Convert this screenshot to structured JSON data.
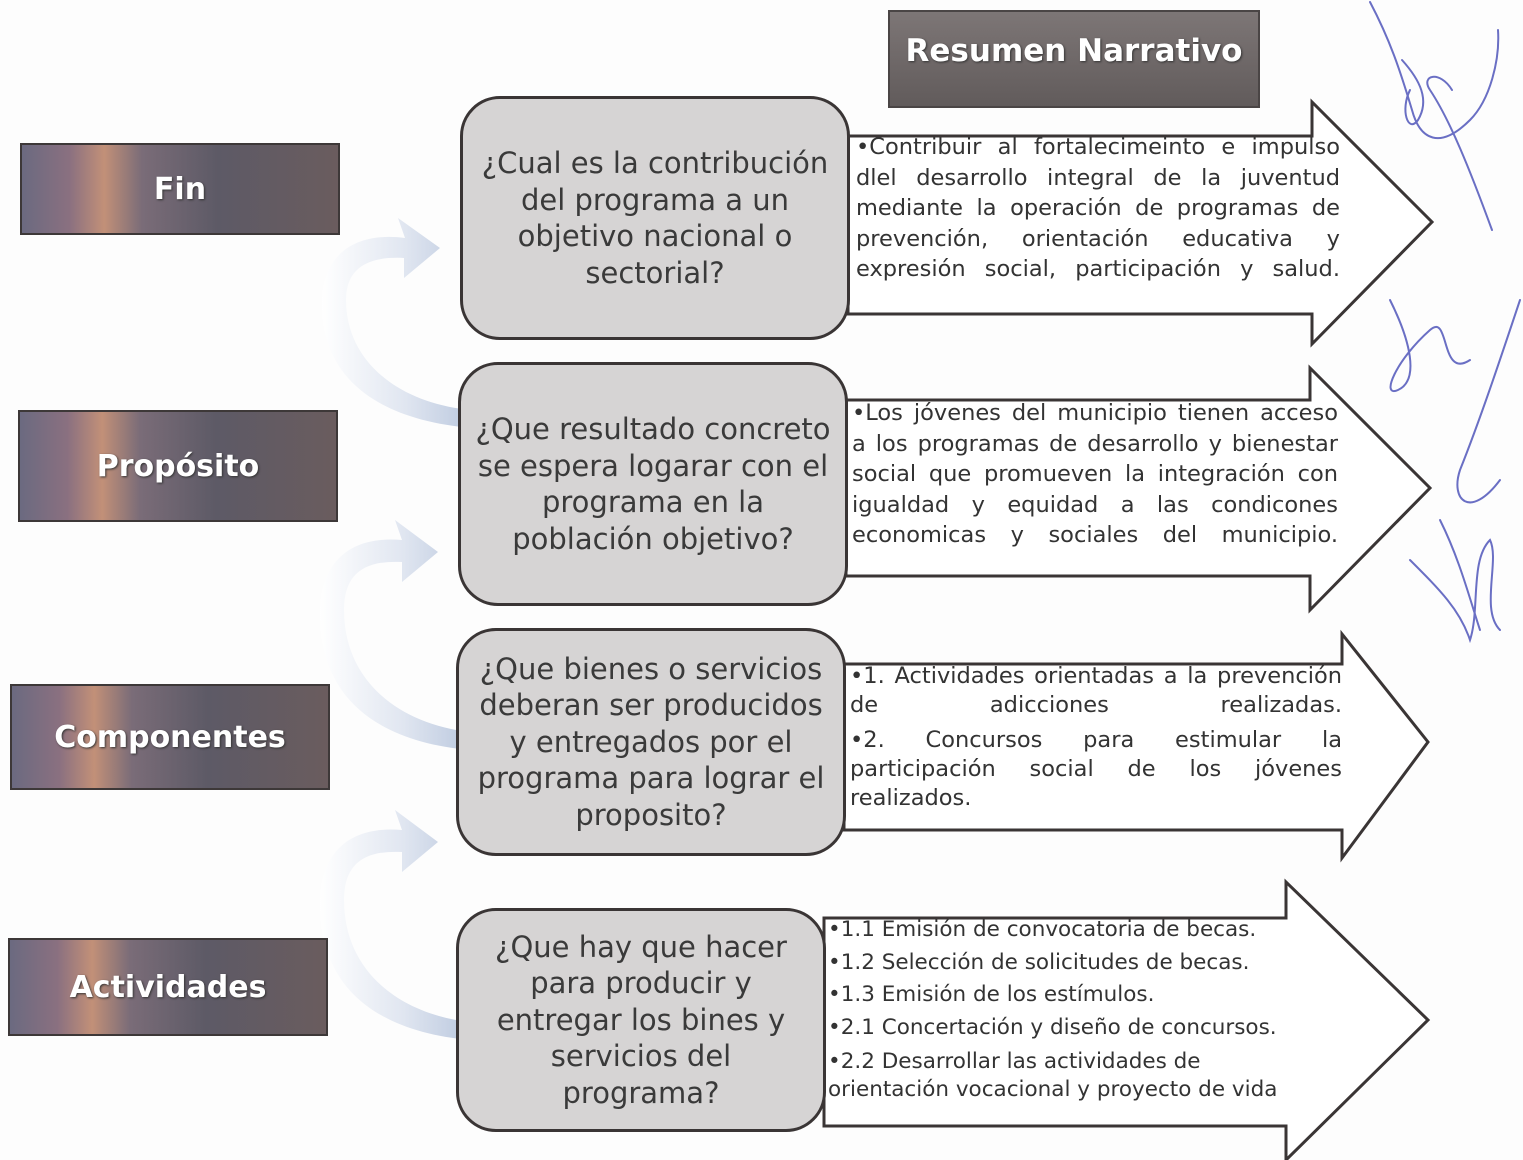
{
  "header": {
    "title": "Resumen Narrativo"
  },
  "levels": [
    {
      "label": "Fin",
      "question": "¿Cual es la contribución del programa a un objetivo nacional o sectorial?",
      "answer": [
        "Contribuir al fortalecimeinto e impulso dlel desarrollo integral de la juventud mediante la operación de programas de prevención, orientación educativa y expresión social, participación y salud."
      ]
    },
    {
      "label": "Propósito",
      "question": "¿Que resultado concreto se espera logarar con el programa en la población objetivo?",
      "answer": [
        "Los jóvenes del municipio tienen acceso a los programas de desarrollo y bienestar social que promueven la integración con igualdad y equidad a las condicones economicas y sociales del municipio."
      ]
    },
    {
      "label": "Componentes",
      "question": "¿Que bienes o servicios deberan ser producidos y entregados por el programa para lograr el proposito?",
      "answer": [
        "1. Actividades orientadas a la prevención de adicciones realizadas.",
        "2. Concursos para estimular la participación social de los jóvenes realizados."
      ]
    },
    {
      "label": "Actividades",
      "question": "¿Que hay que hacer para producir y entregar los bines y servicios del programa?",
      "answer": [
        "1.1 Emisión de convocatoria de becas.",
        "1.2 Selección de solicitudes de becas.",
        "1.3 Emisión de los estímulos.",
        "2.1 Concertación y diseño de concursos.",
        "2.2 Desarrollar las actividades de orientación vocacional y proyecto de vida"
      ]
    }
  ],
  "colors": {
    "label_dark": "#5d5a66",
    "label_accent": "#c29078",
    "question_fill": "#d6d4d4",
    "arrow_stroke": "#3a3535",
    "curved_arrow": "#c9d3e6",
    "signature_ink": "#6a6fc4"
  },
  "icons": [
    "curved-up-arrow-icon",
    "signature-mark"
  ]
}
